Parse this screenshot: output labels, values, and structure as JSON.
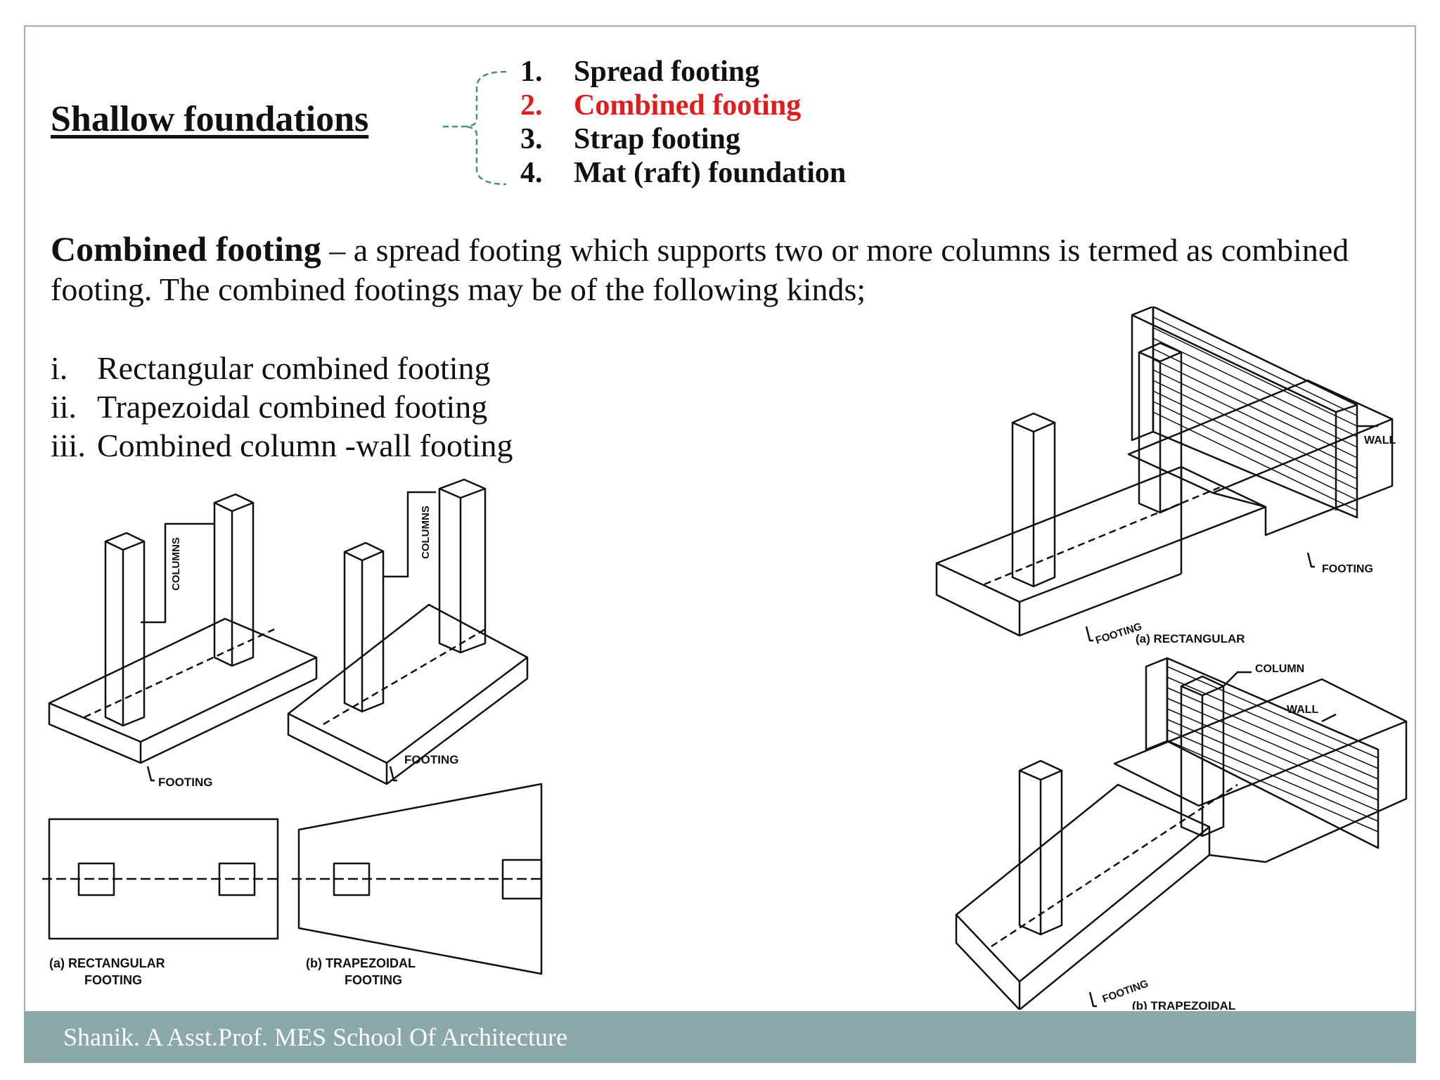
{
  "slide": {
    "title": "Shallow foundations",
    "types": [
      {
        "num": "1.",
        "label": "Spread footing"
      },
      {
        "num": "2.",
        "label": "Combined footing"
      },
      {
        "num": "3.",
        "label": "Strap footing"
      },
      {
        "num": "4.",
        "label": "Mat (raft) foundation"
      }
    ],
    "description_term": "Combined footing",
    "description_text": " – a spread footing which supports two or more columns is termed as combined footing. The combined footings  may be of the following kinds;",
    "kinds": [
      {
        "num": "i.",
        "label": "Rectangular combined footing"
      },
      {
        "num": "ii.",
        "label": "Trapezoidal combined footing"
      },
      {
        "num": "iii.",
        "label": "Combined column -wall footing"
      }
    ]
  },
  "figure_left": {
    "columns_label": "COLUMNS",
    "footing_label": "FOOTING",
    "caption_a_line1": "(a) RECTANGULAR",
    "caption_a_line2": "FOOTING",
    "caption_b_line1": "(b) TRAPEZOIDAL",
    "caption_b_line2": "FOOTING"
  },
  "figure_right": {
    "wall_label": "WALL",
    "footing_label": "FOOTING",
    "column_label": "COLUMN",
    "caption_a": "(a) RECTANGULAR",
    "caption_b": "(b) TRAPEZOIDAL"
  },
  "footer": {
    "text": "Shanik. A Asst.Prof. MES School Of Architecture"
  },
  "colors": {
    "highlight": "#e31b1b",
    "footer_bar": "#8aa8a8",
    "frame": "#9db0b0"
  }
}
